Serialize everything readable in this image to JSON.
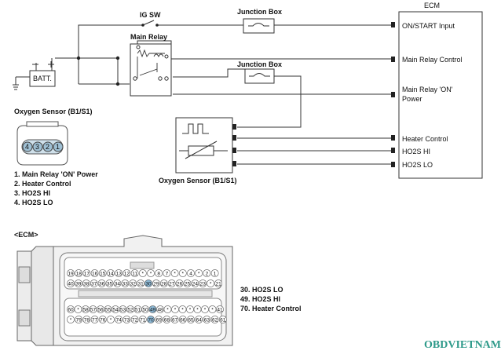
{
  "top_labels": {
    "ig_sw": "IG SW",
    "junction_box_1": "Junction Box",
    "junction_box_2": "Junction Box",
    "main_relay": "Main Relay",
    "battery": "BATT.",
    "ecm": "ECM"
  },
  "ecm_pins": [
    "ON/START Input",
    "Main Relay Control",
    "Main Relay 'ON'",
    "Power",
    "Heater Control",
    "HO2S  HI",
    "HO2S  LO"
  ],
  "sensor": {
    "title": "Oxygen Sensor (B1/S1)",
    "connector_pins": [
      "4",
      "3",
      "2",
      "1"
    ],
    "pin_list": [
      "1. Main Relay 'ON' Power",
      "2. Heater Control",
      "3. HO2S  HI",
      "4. HO2S  LO"
    ],
    "diagram_label": "Oxygen Sensor (B1/S1)"
  },
  "ecm_connector": {
    "title": "<ECM>",
    "row1": [
      "19",
      "18",
      "17",
      "16",
      "15",
      "14",
      "13",
      "12",
      "11",
      "*",
      "*",
      "8",
      "7",
      "*",
      "*",
      "4",
      "*",
      "2",
      "1"
    ],
    "row2": [
      "40",
      "39",
      "38",
      "37",
      "36",
      "35",
      "34",
      "33",
      "32",
      "31",
      "30",
      "29",
      "28",
      "27",
      "26",
      "25",
      "24",
      "23",
      "*",
      "21"
    ],
    "row3": [
      "60",
      "*",
      "58",
      "57",
      "56",
      "55",
      "54",
      "53",
      "52",
      "51",
      "50",
      "49",
      "48",
      "*",
      "*",
      "*",
      "*",
      "*",
      "*",
      "*",
      "41"
    ],
    "row4": [
      "*",
      "79",
      "78",
      "77",
      "76",
      "*",
      "74",
      "73",
      "72",
      "71",
      "70",
      "69",
      "68",
      "67",
      "66",
      "65",
      "64",
      "63",
      "62",
      "61"
    ],
    "highlighted": [
      "30",
      "49",
      "70"
    ],
    "pin_list": [
      "30. HO2S  LO",
      "49. HO2S  HI",
      "70. Heater Control"
    ]
  },
  "watermark": "OBDVIETNAM"
}
